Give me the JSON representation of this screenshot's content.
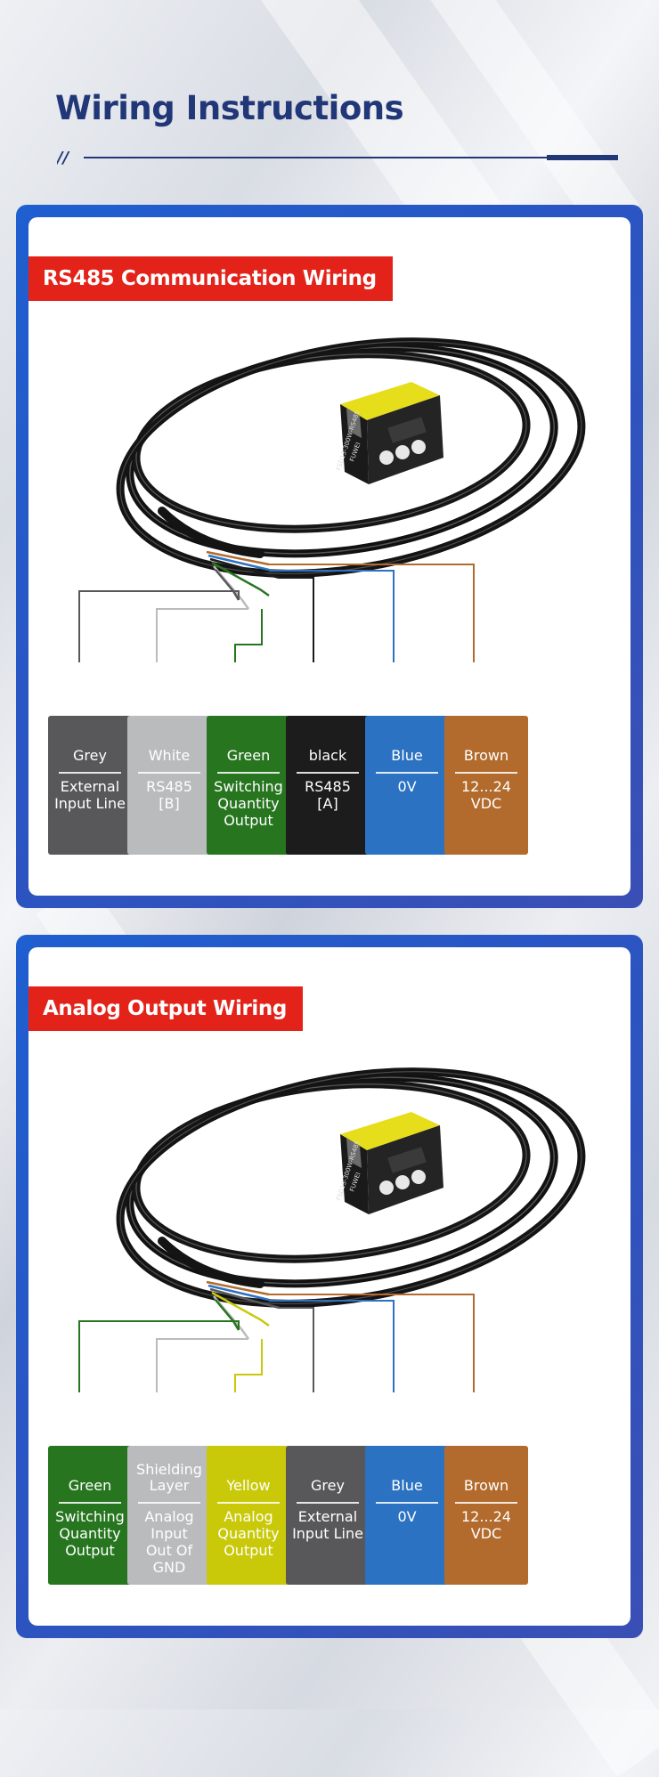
{
  "header": {
    "title": "Wiring Instructions",
    "mark": "//"
  },
  "colors": {
    "accent_blue": "#213777",
    "panel_blue": "#1f5fd0",
    "tag_red": "#e32319",
    "grey": "#58585a",
    "white": "#b9bbbd",
    "green": "#27761f",
    "black": "#1c1c1c",
    "blue": "#2c72c2",
    "brown": "#b26b2d",
    "yellow": "#c9c90a"
  },
  "sections": [
    {
      "title": "RS485 Communication Wiring",
      "device_label": "FSD13-300W-RS485",
      "brand": "FUWEI",
      "wires": [
        {
          "name": "Grey",
          "desc": "External\nInput Line",
          "color": "grey"
        },
        {
          "name": "White",
          "desc": "RS485\n[B]",
          "color": "white"
        },
        {
          "name": "Green",
          "desc": "Switching\nQuantity\nOutput",
          "color": "green"
        },
        {
          "name": "black",
          "desc": "RS485\n[A]",
          "color": "black"
        },
        {
          "name": "Blue",
          "desc": "0V",
          "color": "blue"
        },
        {
          "name": "Brown",
          "desc": "12...24\nVDC",
          "color": "brown"
        }
      ]
    },
    {
      "title": "Analog Output Wiring",
      "device_label": "FSD13-300W-RS485",
      "brand": "FUWEI",
      "wires": [
        {
          "name": "Green",
          "desc": "Switching\nQuantity\nOutput",
          "color": "green"
        },
        {
          "name": "Shielding\nLayer",
          "desc": "Analog\nInput\nOut Of\nGND",
          "color": "white"
        },
        {
          "name": "Yellow",
          "desc": "Analog\nQuantity\nOutput",
          "color": "yellow"
        },
        {
          "name": "Grey",
          "desc": "External\nInput Line",
          "color": "grey"
        },
        {
          "name": "Blue",
          "desc": "0V",
          "color": "blue"
        },
        {
          "name": "Brown",
          "desc": "12...24\nVDC",
          "color": "brown"
        }
      ]
    }
  ]
}
